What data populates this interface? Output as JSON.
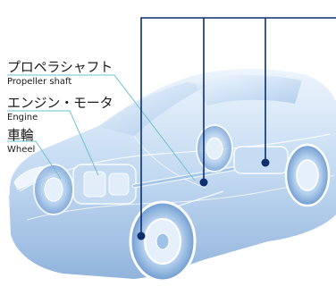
{
  "labels": {
    "propeller": {
      "jp": "プロペラシャフト",
      "en": "Propeller shaft"
    },
    "engine": {
      "jp": "エンジン・モータ",
      "en": "Engine"
    },
    "wheel": {
      "jp": "車輪",
      "en": "Wheel"
    }
  },
  "colors": {
    "body_light": "#e8f1fb",
    "body_mid": "#a9c8ea",
    "body_dark": "#5f8fc8",
    "outline": "#ffffff",
    "callout_line": "#6cc0d0",
    "pointer_line": "#0c2f6d",
    "pointer_dot": "#0c2f6d",
    "text": "#1b1b1b"
  }
}
